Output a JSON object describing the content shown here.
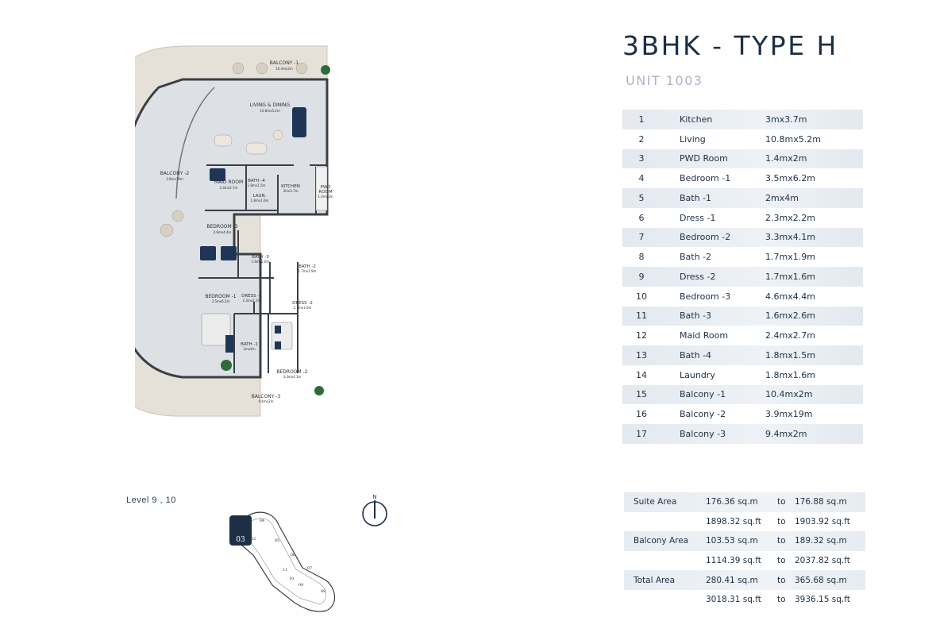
{
  "title": "3BHK - TYPE H",
  "unit": "UNIT 1003",
  "rooms": [
    {
      "num": "1",
      "name": "Kitchen",
      "size": "3mx3.7m"
    },
    {
      "num": "2",
      "name": "Living",
      "size": "10.8mx5.2m"
    },
    {
      "num": "3",
      "name": "PWD Room",
      "size": "1.4mx2m"
    },
    {
      "num": "4",
      "name": "Bedroom -1",
      "size": "3.5mx6.2m"
    },
    {
      "num": "5",
      "name": "Bath -1",
      "size": "2mx4m"
    },
    {
      "num": "6",
      "name": "Dress -1",
      "size": "2.3mx2.2m"
    },
    {
      "num": "7",
      "name": "Bedroom -2",
      "size": "3.3mx4.1m"
    },
    {
      "num": "8",
      "name": "Bath -2",
      "size": "1.7mx1.9m"
    },
    {
      "num": "9",
      "name": "Dress -2",
      "size": "1.7mx1.6m"
    },
    {
      "num": "10",
      "name": "Bedroom -3",
      "size": "4.6mx4.4m"
    },
    {
      "num": "11",
      "name": "Bath -3",
      "size": "1.6mx2.6m"
    },
    {
      "num": "12",
      "name": "Maid Room",
      "size": "2.4mx2.7m"
    },
    {
      "num": "13",
      "name": "Bath -4",
      "size": "1.8mx1.5m"
    },
    {
      "num": "14",
      "name": "Laundry",
      "size": "1.8mx1.6m"
    },
    {
      "num": "15",
      "name": "Balcony -1",
      "size": "10.4mx2m"
    },
    {
      "num": "16",
      "name": "Balcony -2",
      "size": "3.9mx19m"
    },
    {
      "num": "17",
      "name": "Balcony -3",
      "size": "9.4mx2m"
    }
  ],
  "areas": [
    {
      "label": "Suite Area",
      "v1": "176.36 sq.m",
      "to": "to",
      "v2": "176.88 sq.m"
    },
    {
      "label": "",
      "v1": "1898.32 sq.ft",
      "to": "to",
      "v2": "1903.92 sq.ft"
    },
    {
      "label": "Balcony Area",
      "v1": "103.53 sq.m",
      "to": "to",
      "v2": "189.32 sq.m"
    },
    {
      "label": "",
      "v1": "1114.39 sq.ft",
      "to": "to",
      "v2": "2037.82 sq.ft"
    },
    {
      "label": "Total Area",
      "v1": "280.41 sq.m",
      "to": "to",
      "v2": "365.68 sq.m"
    },
    {
      "label": "",
      "v1": "3018.31 sq.ft",
      "to": "to",
      "v2": "3936.15 sq.ft"
    }
  ],
  "level": "Level  9 , 10",
  "compass_label": "N",
  "plan_labels": {
    "balcony1": "BALCONY -1",
    "balcony1_dim": "10.4mx2m",
    "living": "LIVING & DINING",
    "living_dim": "10.8mx5.2m",
    "balcony2": "BALCONY -2",
    "balcony2_dim": "3.9mx19m",
    "maid": "MAID ROOM",
    "maid_dim": "2.4mx2.7m",
    "bath4": "BATH -4",
    "bath4_dim": "1.8mx1.5m",
    "laun": "LAUN.",
    "laun_dim": "1.8mx1.6m",
    "pwd": "PWD",
    "pwd2": "ROOM",
    "pwd_dim": "1.4mx2m",
    "kitchen": "KITCHEN",
    "kitchen_dim": "3mx3.7m",
    "bedroom3": "BEDROOM -3",
    "bedroom3_dim": "4.6mx4.4m",
    "bath3": "BATH -3",
    "bath3_dim": "1.6mx2.6m",
    "bath2": "BATH -2",
    "bath2_dim": "1.7mx1.9m",
    "bedroom1": "BEDROOM -1",
    "bedroom1_dim": "3.5mx6.2m",
    "dress1": "DRESS -1",
    "dress1_dim": "2.3mx2.2m",
    "dress2": "DRESS -2",
    "dress2_dim": "1.7mx1.6m",
    "bath1": "BATH -1",
    "bath1_dim": "2mx4m",
    "bedroom2": "BEDROOM -2",
    "bedroom2_dim": "3.3mx4.1m",
    "balcony3": "BALCONY -3",
    "balcony3_dim": "9.4mx2m"
  },
  "keyplan": {
    "highlight": "03",
    "units": [
      "04",
      "02",
      "05",
      "06",
      "07",
      "11",
      "10",
      "09",
      "08"
    ]
  },
  "colors": {
    "navy": "#1d2f45",
    "unit_grey": "#a9b6c3",
    "row_shade": "#e3e9ef",
    "balcony_fill": "#e6e1d8",
    "floor_fill": "#dde1e5",
    "wall": "#3b3f45",
    "pool": "#8fd3e0"
  }
}
